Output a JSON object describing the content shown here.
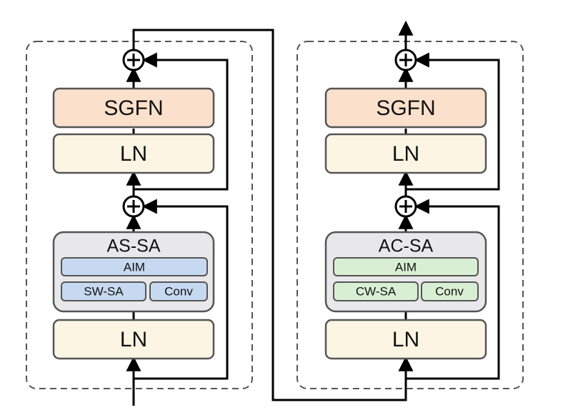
{
  "diagram": {
    "left_block": {
      "top_module": "SGFN",
      "top_norm": "LN",
      "attention": {
        "title": "AS-SA",
        "aim": "AIM",
        "branch_a": "SW-SA",
        "branch_b": "Conv",
        "fill": "#c6d9f0"
      },
      "bottom_norm": "LN"
    },
    "right_block": {
      "top_module": "SGFN",
      "top_norm": "LN",
      "attention": {
        "title": "AC-SA",
        "aim": "AIM",
        "branch_a": "CW-SA",
        "branch_b": "Conv",
        "fill": "#d9efd3"
      },
      "bottom_norm": "LN"
    },
    "colors": {
      "sgfn": "#fbe0cc",
      "ln": "#fdf5e3",
      "attention_box": "#e8e8ea",
      "line": "#000000",
      "box_border": "#555555",
      "dashed_border": "#555555"
    }
  }
}
